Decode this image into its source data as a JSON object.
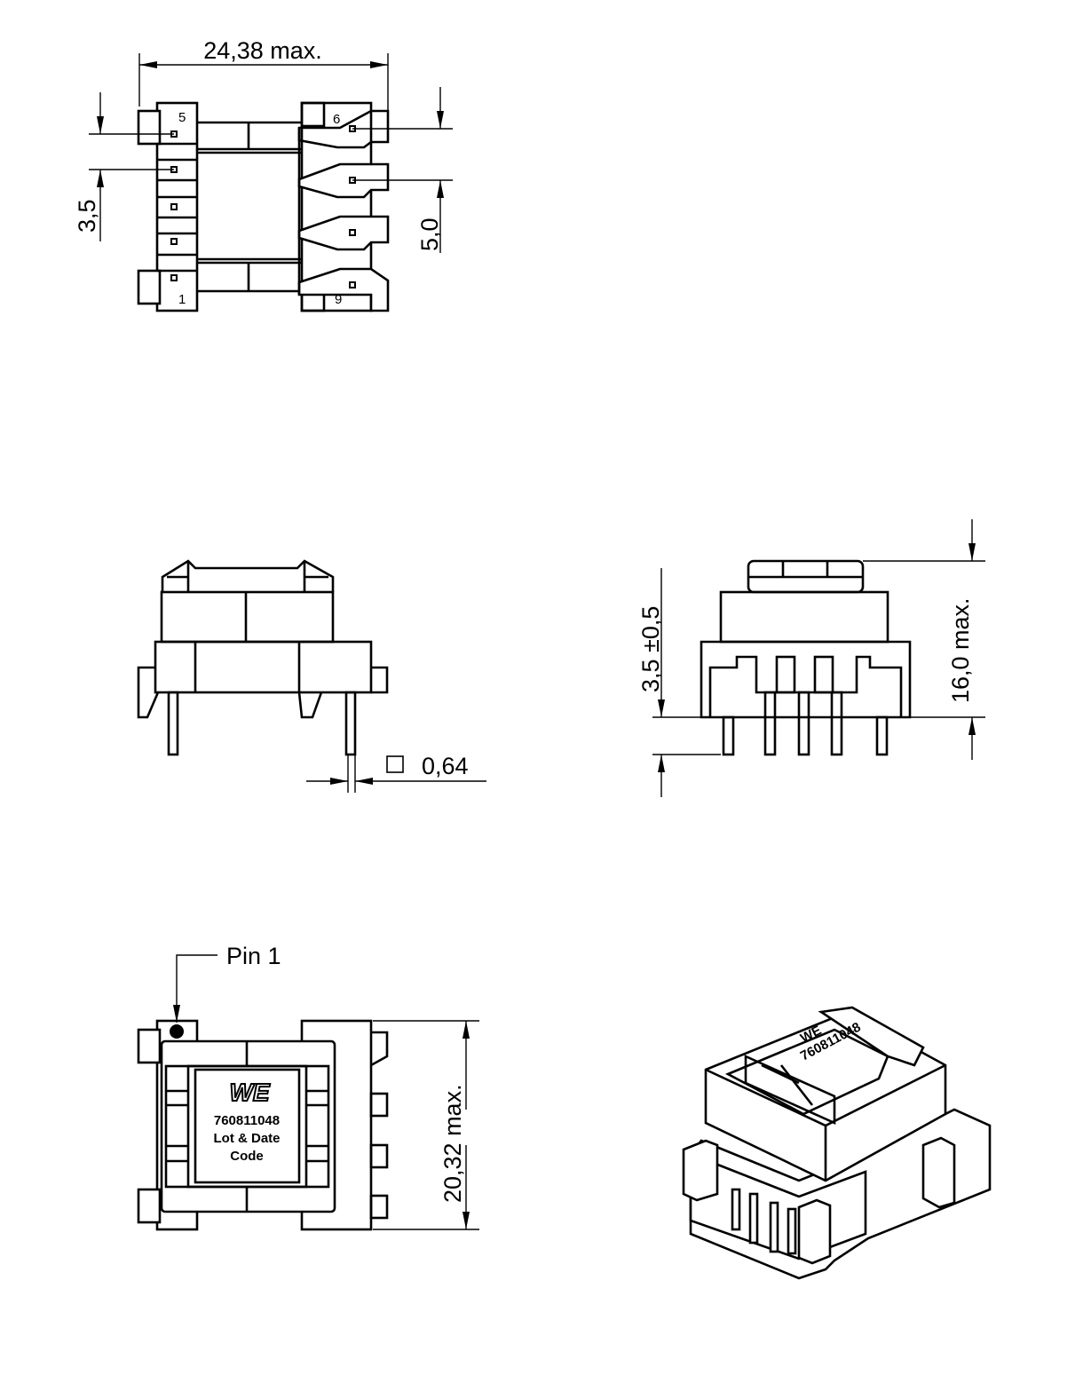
{
  "top_view": {
    "width_dim": "24,38  max.",
    "pitch_left_dim": "3,5",
    "pitch_right_dim": "5,0",
    "pin_labels": [
      "5",
      "6",
      "1",
      "9"
    ]
  },
  "side_view_front": {
    "pin_size_symbol": "□",
    "pin_size_dim": "0,64"
  },
  "side_view_side": {
    "standoff_dim": "3,5 ±0,5",
    "height_dim": "16,0  max."
  },
  "bottom_view": {
    "pin1_label": "Pin 1",
    "depth_dim": "20,32  max.",
    "marking": {
      "logo": "WE",
      "part_number": "760811048",
      "line2": "Lot & Date",
      "line3": "Code"
    }
  }
}
